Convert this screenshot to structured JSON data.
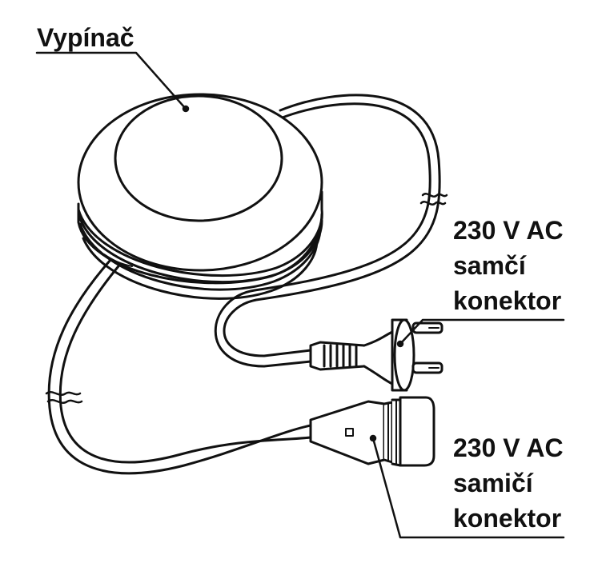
{
  "labels": {
    "switch": "Vypínač",
    "male": {
      "line1": "230 V AC",
      "line2": "samčí",
      "line3": "konektor"
    },
    "female": {
      "line1": "230 V AC",
      "line2": "samičí",
      "line3": "konektor"
    }
  },
  "colors": {
    "ink": "#111111",
    "background": "#ffffff"
  }
}
